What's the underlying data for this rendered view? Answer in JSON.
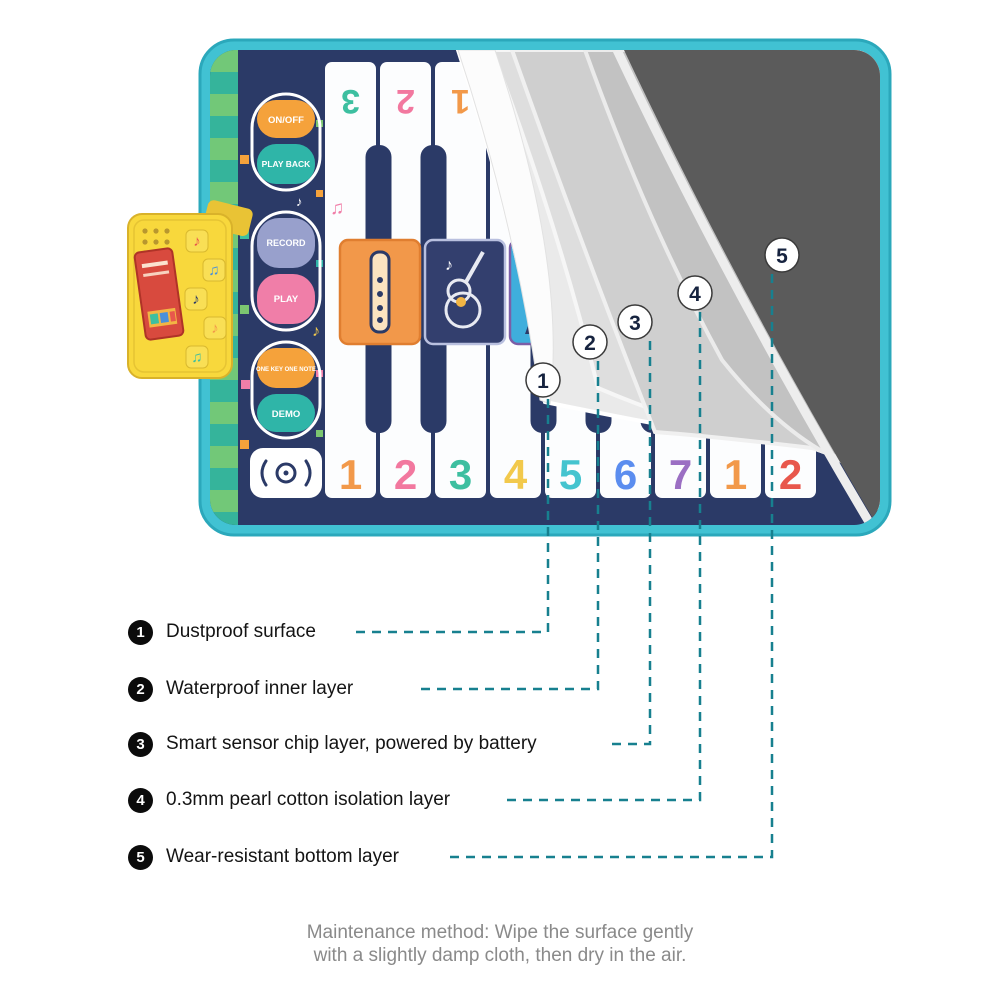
{
  "mat": {
    "controls": {
      "on_off": "ON/OFF",
      "play_back": "PLAY BACK",
      "record": "RECORD",
      "play": "PLAY",
      "one_key_one_note": "ONE KEY ONE NOTE",
      "demo": "DEMO"
    },
    "key_numbers": [
      "1",
      "2",
      "3",
      "4",
      "5",
      "6",
      "7",
      "1",
      "2"
    ],
    "key_colors": [
      "#F2994A",
      "#F2789F",
      "#3DBFA0",
      "#F2C94C",
      "#45C4CF",
      "#5B8DEF",
      "#9B6FC3",
      "#F2994A",
      "#E8574C"
    ],
    "top_numbers": [
      "3",
      "2",
      "1"
    ],
    "top_colors": [
      "#3DBFA0",
      "#F2789F",
      "#F2994A"
    ]
  },
  "layers": {
    "badges": [
      "1",
      "2",
      "3",
      "4",
      "5"
    ]
  },
  "legend": {
    "items": [
      {
        "num": "1",
        "label": "Dustproof surface"
      },
      {
        "num": "2",
        "label": "Waterproof inner layer"
      },
      {
        "num": "3",
        "label": "Smart sensor chip layer, powered by battery"
      },
      {
        "num": "4",
        "label": "0.3mm pearl cotton isolation layer"
      },
      {
        "num": "5",
        "label": "Wear-resistant bottom layer"
      }
    ]
  },
  "maintenance": {
    "line1": "Maintenance method: Wipe the surface gently",
    "line2": "with a slightly damp cloth, then dry in the air."
  },
  "icons": {
    "music_note": "♪",
    "music_note_double": "♫"
  },
  "colors": {
    "teal_border": "#41C2D3",
    "navy": "#2B3A67",
    "stripe_teal": "#35B49B",
    "stripe_green": "#72C878",
    "orange": "#F5A23B",
    "teal_btn": "#2FB5A8",
    "lavender": "#98A0CC",
    "pink": "#F07EA8",
    "dark_layer": "#5B5B5B",
    "connector_line": "#17808F",
    "device_yellow": "#F8D83C",
    "label_red": "#D84A3E"
  }
}
